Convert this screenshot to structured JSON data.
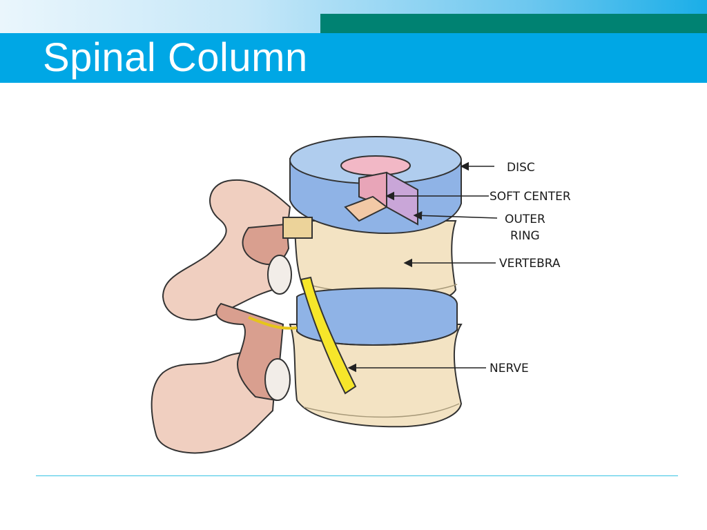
{
  "slide": {
    "title": "Spinal Column"
  },
  "diagram": {
    "labels": {
      "disc": "DISC",
      "soft_center": "SOFT CENTER",
      "outer": "OUTER",
      "ring": "RING",
      "vertebra": "VERTEBRA",
      "nerve": "NERVE"
    }
  },
  "colors": {
    "title_bar": "#00a7e5",
    "accent_bar": "#008272",
    "rule": "#35c3e4",
    "disc_blue": "#8fb3e6",
    "bone": "#f3e3c3",
    "nerve_yellow": "#f6e62a"
  }
}
